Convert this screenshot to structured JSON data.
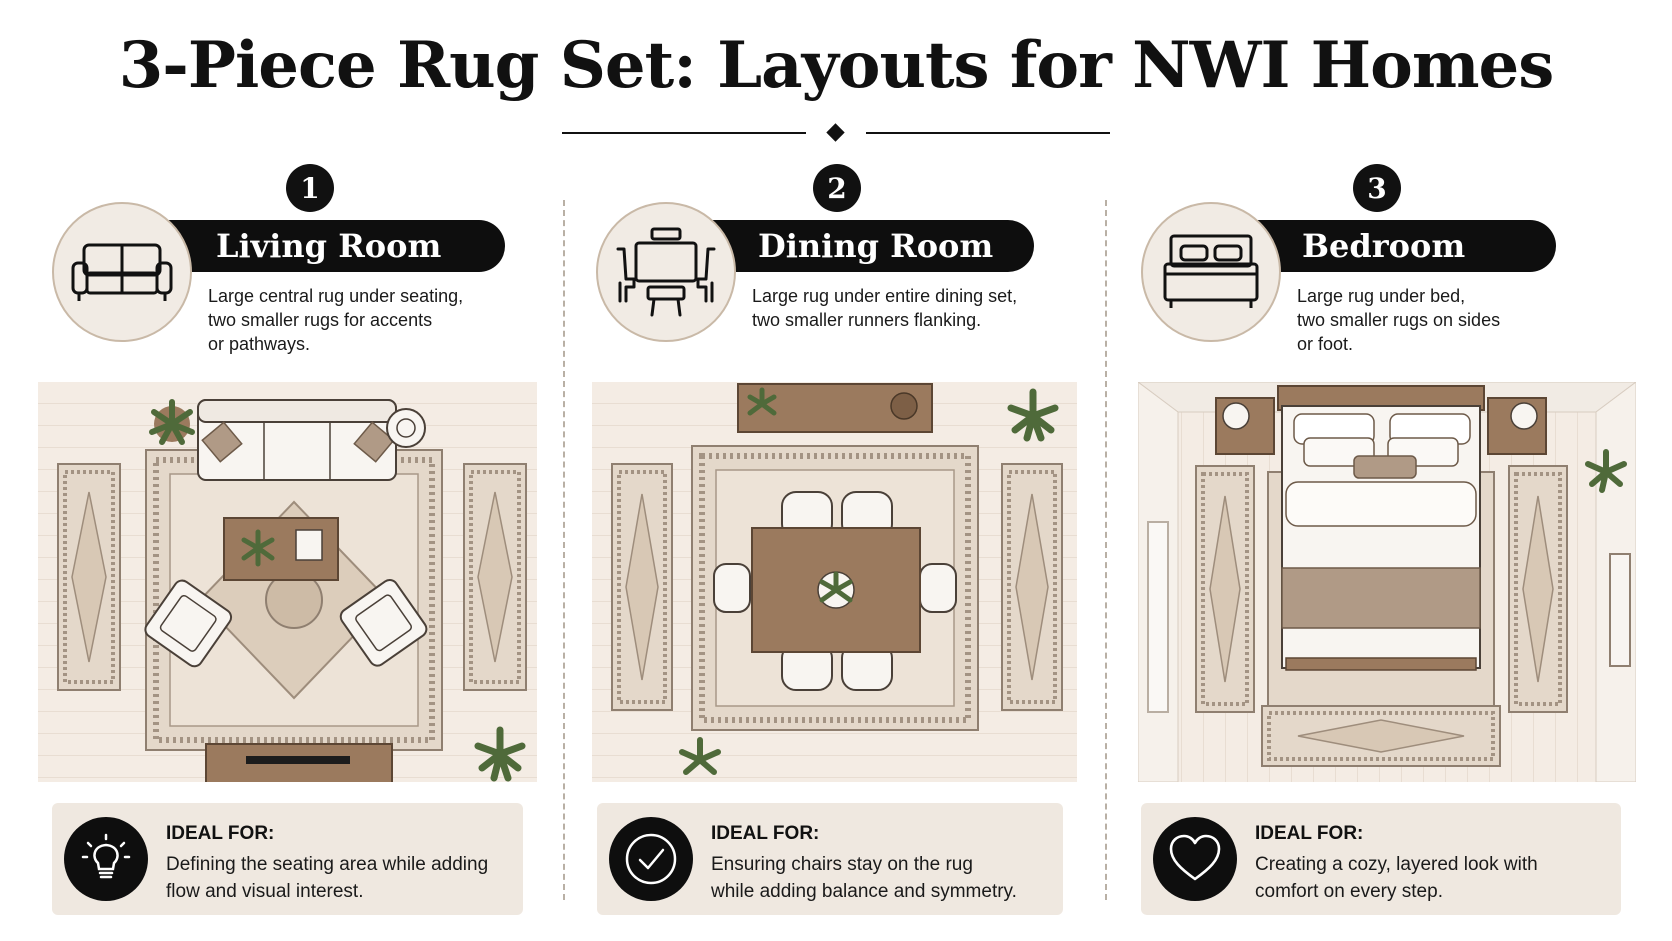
{
  "title": "3-Piece Rug Set: Layouts for NWI Homes",
  "sections": [
    {
      "number": "1",
      "name": "Living Room",
      "icon": "sofa-icon",
      "description": [
        "Large central rug under seating,",
        "two smaller rugs for accents",
        "or pathways."
      ],
      "ideal_label": "IDEAL FOR:",
      "ideal_icon": "lightbulb-icon",
      "ideal_text": [
        "Defining the seating area while adding",
        "flow and visual interest."
      ]
    },
    {
      "number": "2",
      "name": "Dining Room",
      "icon": "dining-table-icon",
      "description": [
        "Large rug under entire dining set,",
        "two smaller runners flanking."
      ],
      "ideal_label": "IDEAL FOR:",
      "ideal_icon": "checkmark-circle-icon",
      "ideal_text": [
        "Ensuring chairs stay on the rug",
        "while adding balance and symmetry."
      ]
    },
    {
      "number": "3",
      "name": "Bedroom",
      "icon": "bed-icon",
      "description": [
        "Large rug under bed,",
        "two smaller rugs on sides",
        "or foot."
      ],
      "ideal_label": "IDEAL FOR:",
      "ideal_icon": "heart-icon",
      "ideal_text": [
        "Creating a cozy, layered look with",
        "comfort on every step."
      ]
    }
  ],
  "colors": {
    "ink": "#111111",
    "panel_bg": "#efe8e0",
    "badge_bg": "#f1ebe4",
    "floor": "#f4ece4",
    "rug": "#e4d8ca",
    "rug_border": "#8f7f70",
    "wood": "#9b7a5e",
    "upholstery": "#f8f5f1",
    "plant": "#4f6a3a"
  }
}
